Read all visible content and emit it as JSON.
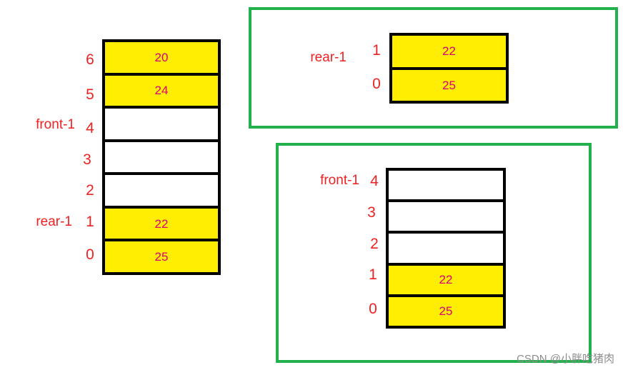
{
  "colors": {
    "filled": "#ffee00",
    "value_text": "#e0007a",
    "label_text": "#ee2222",
    "frame": "#22b14c"
  },
  "left": {
    "front_label": "front-1",
    "rear_label": "rear-1",
    "cells": [
      {
        "index": "6",
        "value": "20",
        "filled": true
      },
      {
        "index": "5",
        "value": "24",
        "filled": true
      },
      {
        "index": "4",
        "value": "",
        "filled": false
      },
      {
        "index": "3",
        "value": "",
        "filled": false
      },
      {
        "index": "2",
        "value": "",
        "filled": false
      },
      {
        "index": "1",
        "value": "22",
        "filled": true
      },
      {
        "index": "0",
        "value": "25",
        "filled": true
      }
    ]
  },
  "top_right": {
    "rear_label": "rear-1",
    "cells": [
      {
        "index": "1",
        "value": "22",
        "filled": true
      },
      {
        "index": "0",
        "value": "25",
        "filled": true
      }
    ]
  },
  "bottom_right": {
    "front_label": "front-1",
    "cells": [
      {
        "index": "4",
        "value": "",
        "filled": false
      },
      {
        "index": "3",
        "value": "",
        "filled": false
      },
      {
        "index": "2",
        "value": "",
        "filled": false
      },
      {
        "index": "1",
        "value": "22",
        "filled": true
      },
      {
        "index": "0",
        "value": "25",
        "filled": true
      }
    ]
  },
  "watermark": "CSDN @小胖吃猪肉"
}
